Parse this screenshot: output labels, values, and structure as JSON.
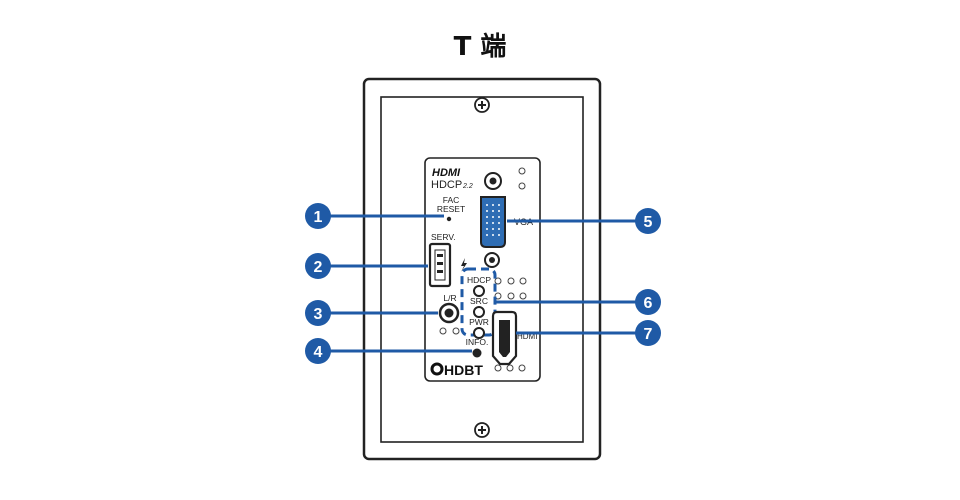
{
  "title": "T 端",
  "colors": {
    "callout": "#1f5aa6",
    "plate_border": "#222222",
    "vga_port": "#2e6db4",
    "panel": "#ffffff"
  },
  "labels": {
    "hdmi_logo": "HDMI",
    "hdcp": "HDCP",
    "hdcp_version": "2.2",
    "fac_reset_1": "FAC",
    "fac_reset_2": "RESET",
    "serv": "SERV.",
    "vga": "VGA",
    "lr": "L/R",
    "hdcp_led": "HDCP",
    "src_led": "SRC",
    "pwr_led": "PWR",
    "info": "INFO.",
    "hdmi_port": "HDMI",
    "hdbt_logo": "HDBT"
  },
  "callouts": [
    {
      "number": "1",
      "target": "fac-reset"
    },
    {
      "number": "2",
      "target": "service-port"
    },
    {
      "number": "3",
      "target": "audio-lr"
    },
    {
      "number": "4",
      "target": "info-port"
    },
    {
      "number": "5",
      "target": "vga-port"
    },
    {
      "number": "6",
      "target": "status-leds"
    },
    {
      "number": "7",
      "target": "hdmi-port"
    }
  ]
}
